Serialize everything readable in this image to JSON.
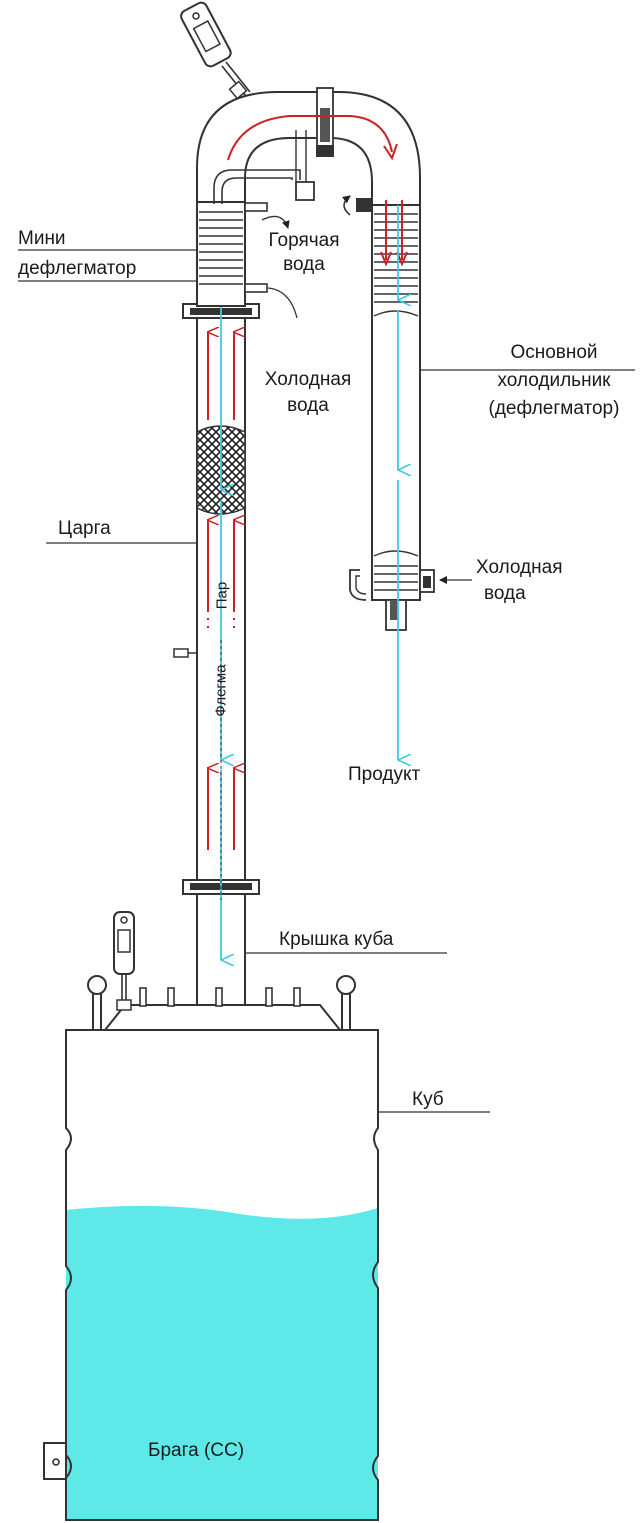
{
  "labels": {
    "mini_deflegmator_1": "Мини",
    "mini_deflegmator_2": "дефлегматор",
    "hot_water_1": "Горячая",
    "hot_water_2": "вода",
    "cold_water_top_1": "Холодная",
    "cold_water_top_2": "вода",
    "main_condenser_1": "Основной",
    "main_condenser_2": "холодильник",
    "main_condenser_3": "(дефлегматор)",
    "tsarga": "Царга",
    "steam": "Пар",
    "phlegm": "Флегма",
    "cold_water_bottom_1": "Холодная",
    "cold_water_bottom_2": "вода",
    "product": "Продукт",
    "cube_lid": "Крышка куба",
    "cube": "Куб",
    "mash": "Брага (СС)"
  },
  "colors": {
    "outline": "#333333",
    "liquid": "#5fe8e8",
    "steam_arrow": "#cc2222",
    "flow_arrow": "#3fc8e6"
  }
}
